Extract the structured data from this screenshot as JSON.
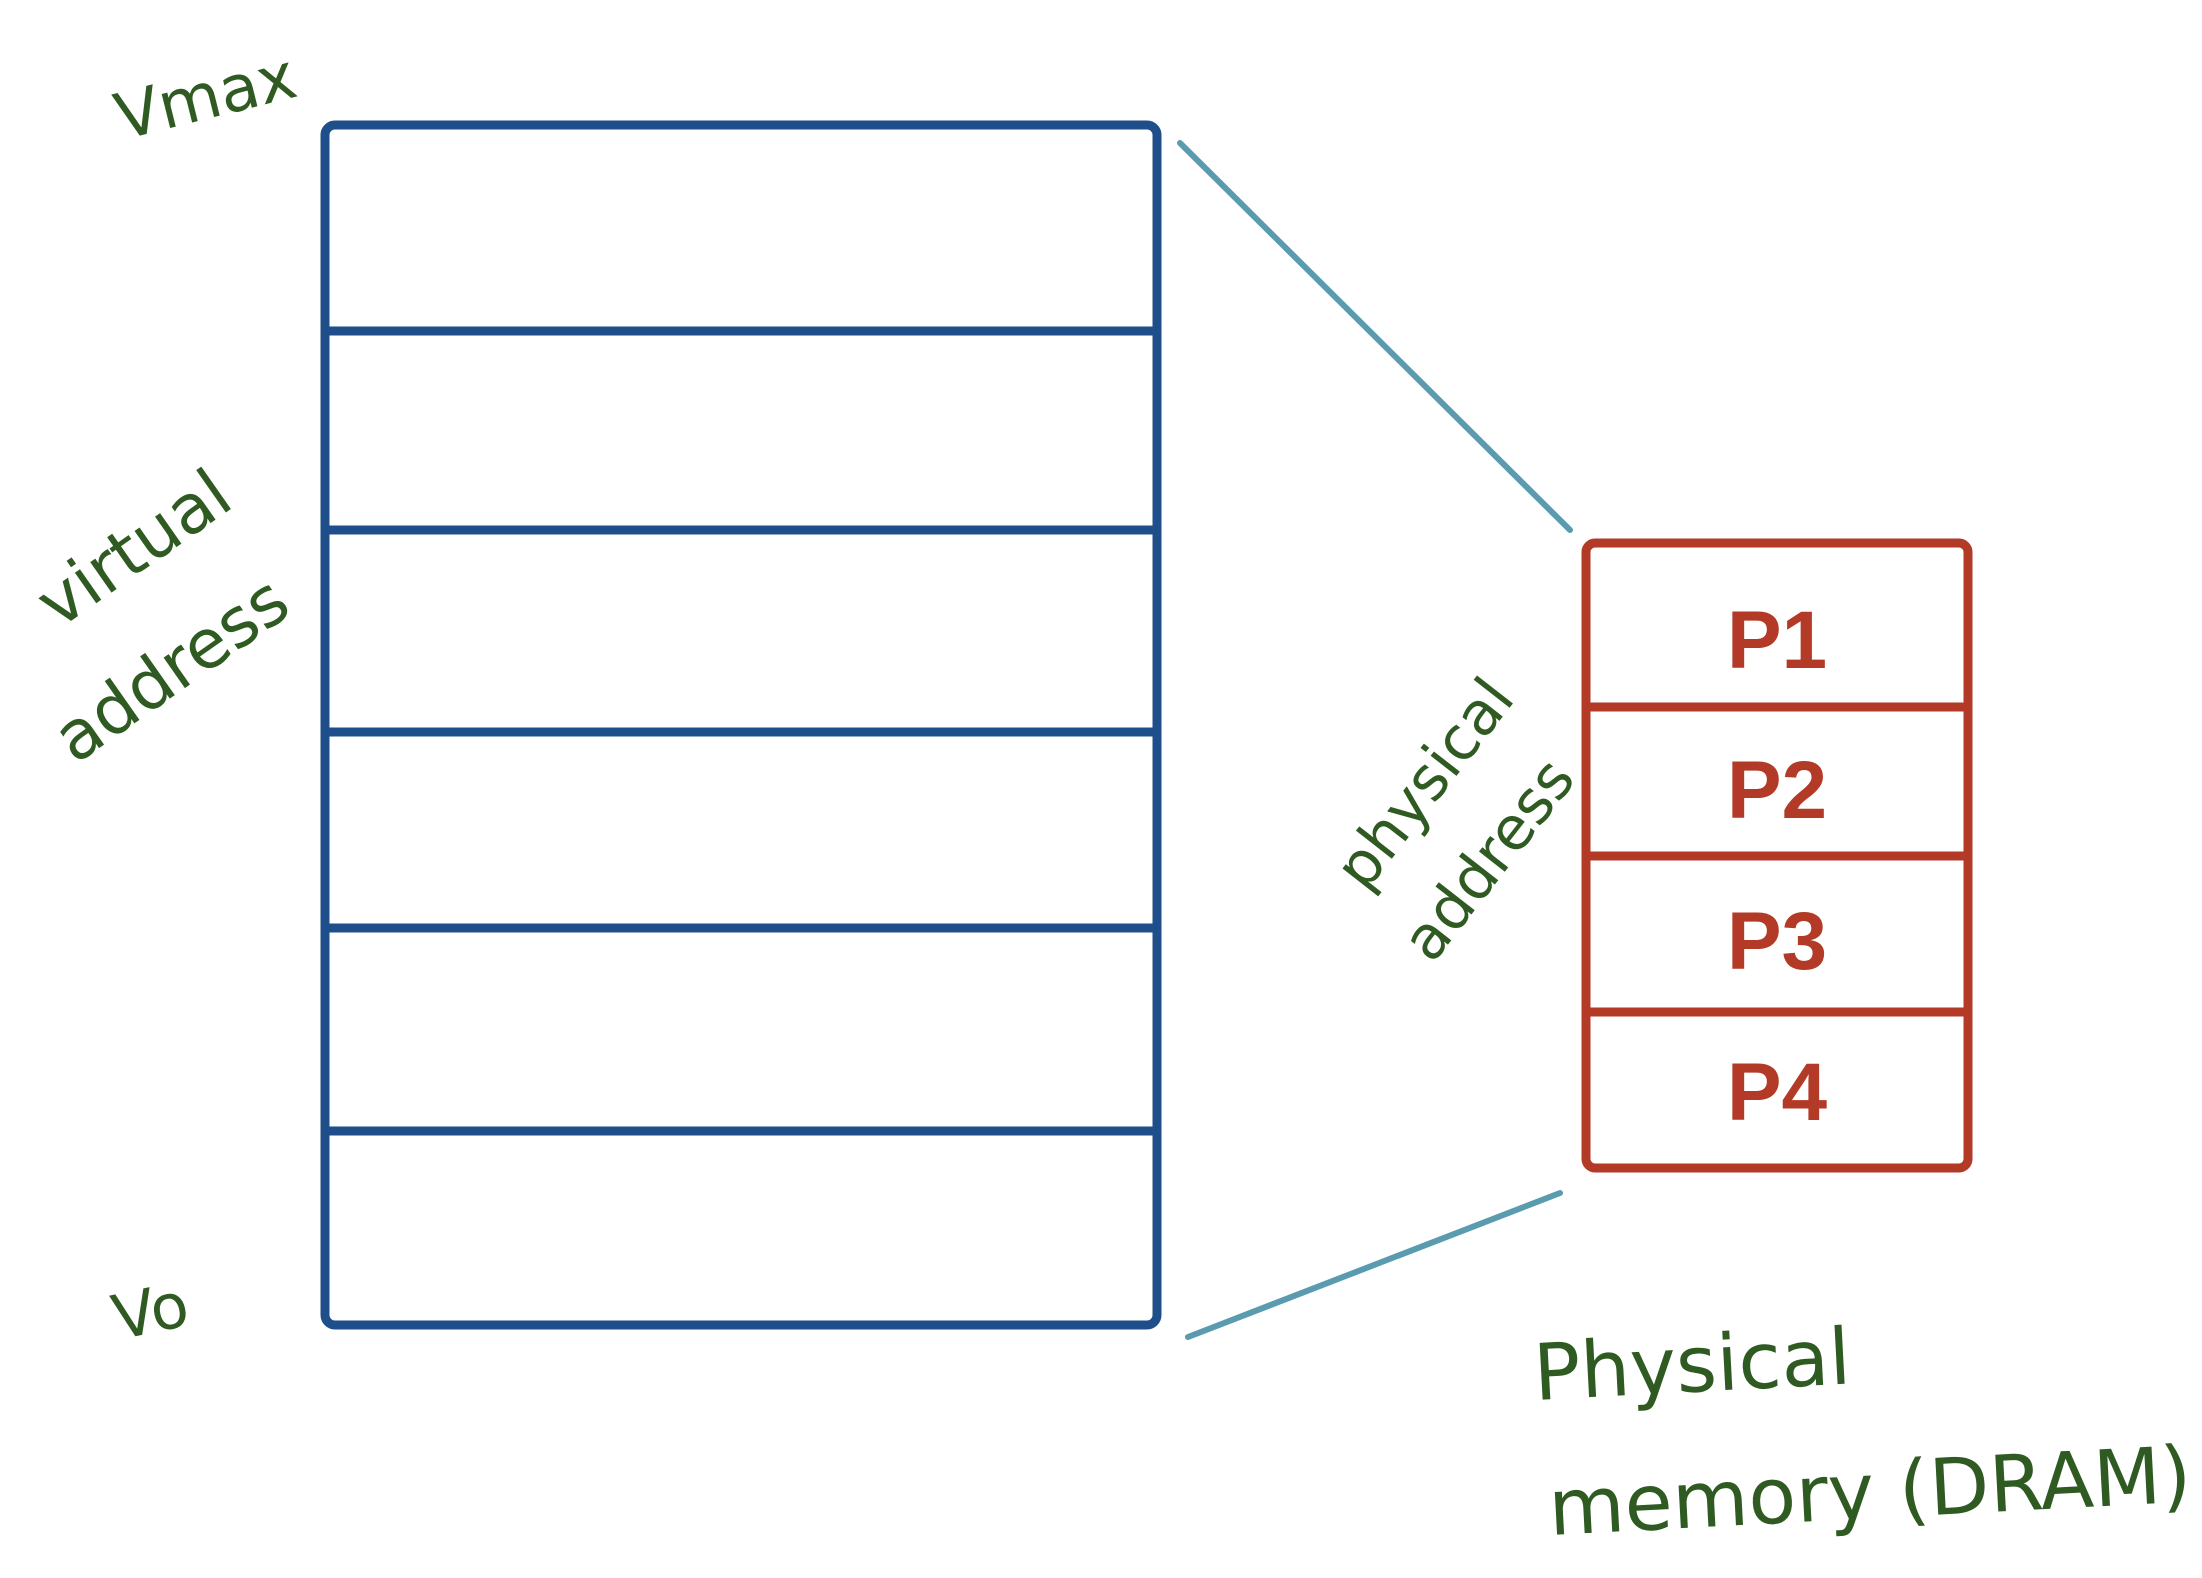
{
  "labels": {
    "vmax": "Vmax",
    "v0": "Vo",
    "virtual_line1": "virtual",
    "virtual_line2": "address",
    "physical_line1": "physical",
    "physical_line2": "address",
    "phys_mem_line1": "Physical",
    "phys_mem_line2": "memory (DRAM)"
  },
  "virtual_memory": {
    "slot_count": 6,
    "color": "#1f4f8a"
  },
  "physical_memory": {
    "pages": [
      "P1",
      "P2",
      "P3",
      "P4"
    ],
    "color": "#b23a26"
  },
  "colors": {
    "handwriting": "#2f5b23",
    "connector": "#5a9bb0"
  }
}
